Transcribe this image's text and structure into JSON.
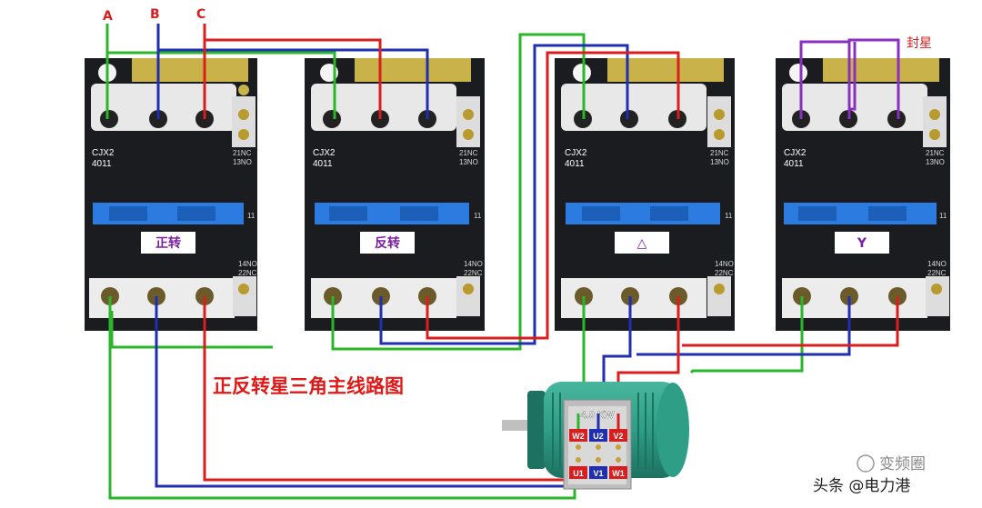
{
  "phases": [
    "A",
    "B",
    "C"
  ],
  "phase_colors": {
    "A": "#2bb52b",
    "B": "#1f2fb0",
    "C": "#d81e1e"
  },
  "contactors": [
    {
      "model": "CJX2",
      "rating": "4011",
      "aux_top_1": "21NC",
      "aux_top_2": "13NO",
      "aux_bot_1": "14NO",
      "aux_bot_2": "22NC",
      "aux_mid": "11",
      "badge": "正转",
      "badge_color": "#7a1fa0"
    },
    {
      "model": "CJX2",
      "rating": "4011",
      "aux_top_1": "21NC",
      "aux_top_2": "13NO",
      "aux_bot_1": "14NO",
      "aux_bot_2": "22NC",
      "aux_mid": "11",
      "badge": "反转",
      "badge_color": "#7a1fa0"
    },
    {
      "model": "CJX2",
      "rating": "4011",
      "aux_top_1": "21NC",
      "aux_top_2": "13NO",
      "aux_bot_1": "14NO",
      "aux_bot_2": "22NC",
      "aux_mid": "11",
      "badge": "△",
      "badge_color": "#7a1fa0"
    },
    {
      "model": "CJX2",
      "rating": "4011",
      "aux_top_1": "21NC",
      "aux_top_2": "13NO",
      "aux_bot_1": "14NO",
      "aux_bot_2": "22NC",
      "aux_mid": "11",
      "badge": "Y",
      "badge_color": "#7a1fa0"
    }
  ],
  "star_seal_label": "封星",
  "star_seal_color": "#8a2fc0",
  "diagram_title": "正反转星三角主线路图",
  "title_color": "#e01818",
  "motor": {
    "power": "4.0 KW",
    "terminals_top": [
      "W2",
      "U2",
      "V2"
    ],
    "terminals_bottom": [
      "U1",
      "V1",
      "W1"
    ],
    "body_color": "#2e9e86"
  },
  "watermark_1": "变频圈",
  "watermark_2": "头条 @电力港"
}
